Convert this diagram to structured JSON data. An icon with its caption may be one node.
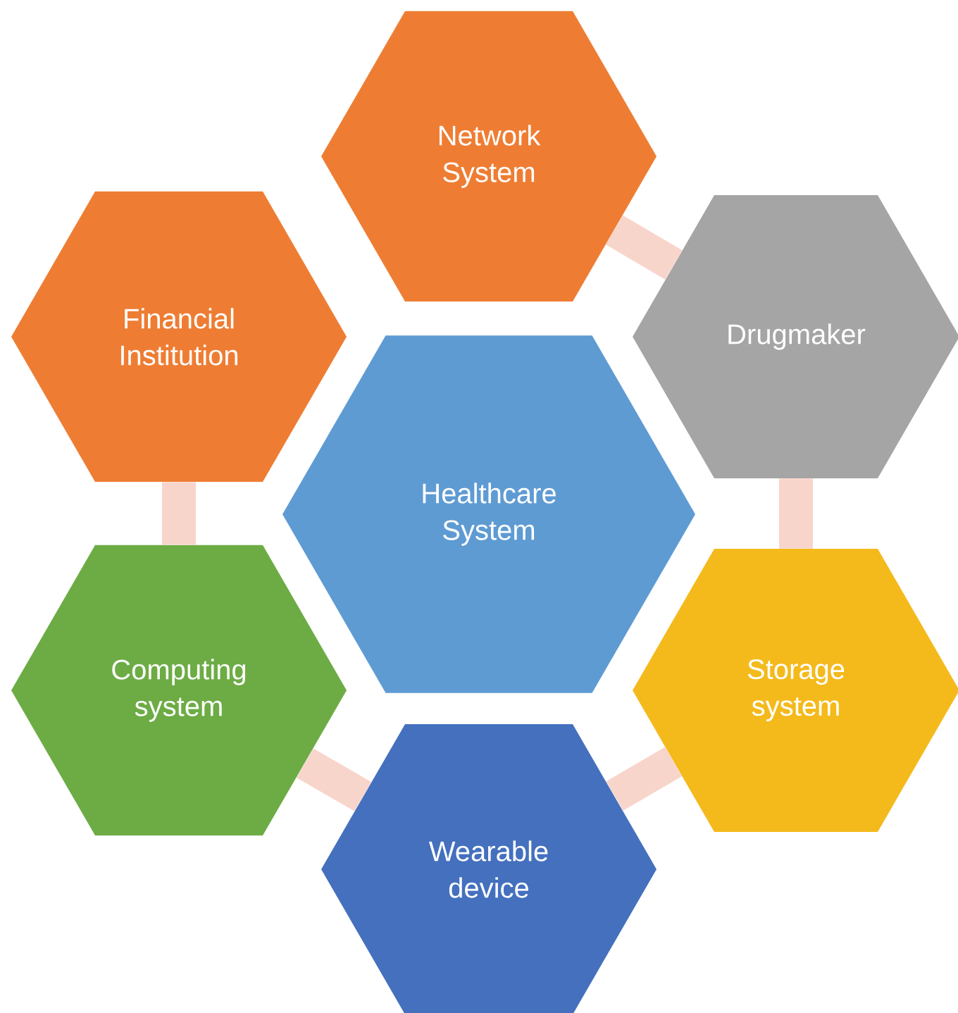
{
  "diagram": {
    "nodes": [
      {
        "text": [
          "Network System"
        ]
      },
      {
        "text": [
          "Financial Institution"
        ]
      },
      {
        "text": [
          "Drugmaker"
        ]
      },
      {
        "text": [
          "Healthcare System"
        ]
      },
      {
        "text": [
          "Computing system"
        ]
      },
      {
        "text": [
          "Storage system"
        ]
      },
      {
        "text": [
          "Wearable device"
        ]
      }
    ],
    "edges": [
      {
        "from": 0,
        "to": 2,
        "arrow": "none"
      },
      {
        "from": 2,
        "to": 5,
        "arrow": "none"
      },
      {
        "from": 5,
        "to": 6,
        "arrow": "none"
      },
      {
        "from": 6,
        "to": 4,
        "arrow": "none"
      },
      {
        "from": 4,
        "to": 1,
        "arrow": "none"
      }
    ]
  }
}
